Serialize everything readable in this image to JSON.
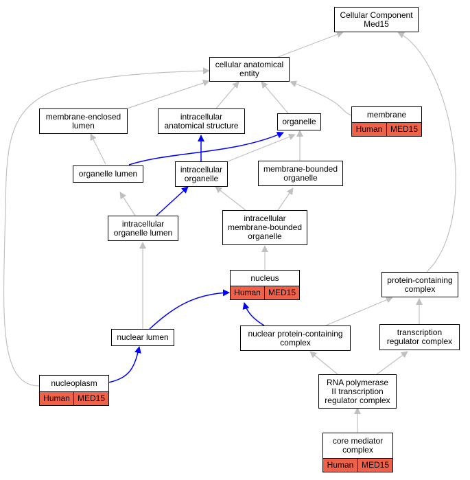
{
  "colors": {
    "edge_default": "#c0c0c0",
    "edge_highlight": "#0000ff",
    "annotation_fill": "#f0614a"
  },
  "nodes": {
    "root": "Cellular Component\nMed15",
    "cae": "cellular anatomical\nentity",
    "mel": "membrane-enclosed\nlumen",
    "ias": "intracellular\nanatomical structure",
    "org": "organelle",
    "mem": "membrane",
    "orgl": "organelle lumen",
    "io": "intracellular\norganelle",
    "mbo": "membrane-bounded\norganelle",
    "iol": "intracellular\norganelle lumen",
    "imbo": "intracellular\nmembrane-bounded\norganelle",
    "nuc": "nucleus",
    "pcc": "protein-containing\ncomplex",
    "nl": "nuclear lumen",
    "npcc": "nuclear protein-containing\ncomplex",
    "trc": "transcription\nregulator complex",
    "np": "nucleoplasm",
    "rnap": "RNA polymerase\nII transcription\nregulator complex",
    "cmc": "core mediator\ncomplex"
  },
  "annotations": {
    "species": "Human",
    "gene": "MED15"
  }
}
